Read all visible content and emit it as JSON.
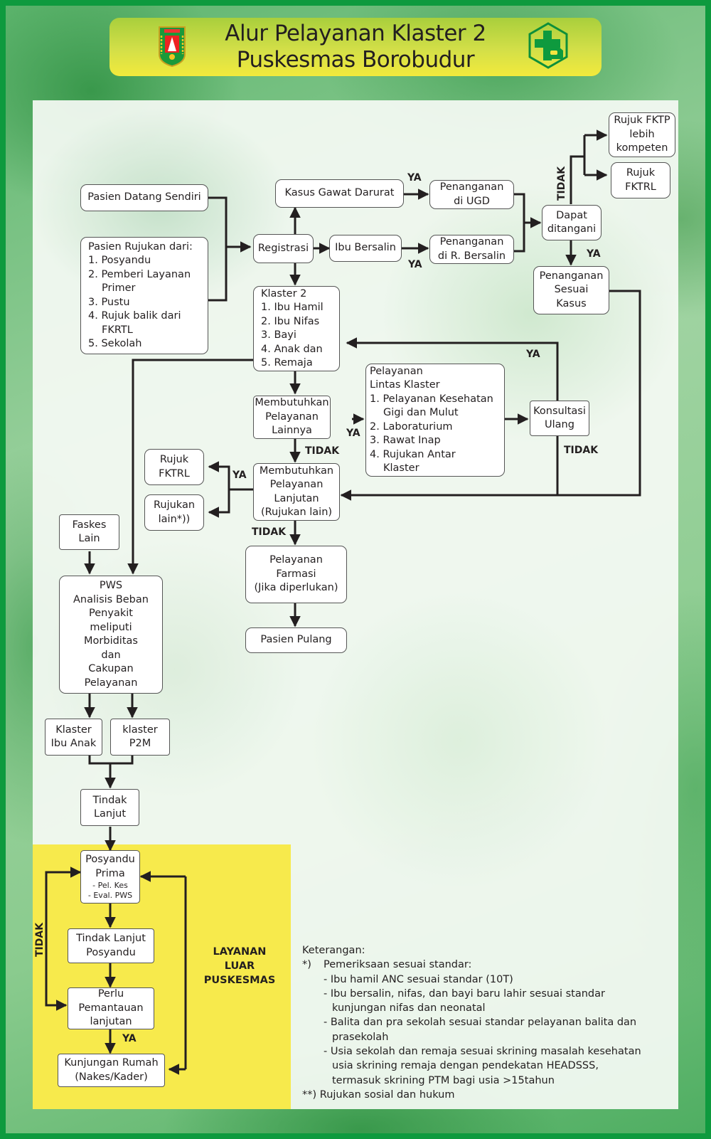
{
  "header": {
    "title_line1": "Alur Pelayanan Klaster 2",
    "title_line2": "Puskesmas Borobudur",
    "logo_left": "regency-crest-icon",
    "logo_right": "puskesmas-logo-icon"
  },
  "colors": {
    "border_green": "#0e9a3e",
    "header_gradient_top": "#a9cf3c",
    "header_gradient_bottom": "#f2ea3c",
    "outreach_yellow": "#f7ea4c",
    "line_color": "#231f20"
  },
  "nodes": {
    "pasien_datang": [
      "Pasien Datang Sendiri"
    ],
    "pasien_rujukan": {
      "title": "Pasien Rujukan dari:",
      "items": [
        "1. Posyandu",
        "2. Pemberi Layanan",
        "Primer",
        "3. Pustu",
        "4. Rujuk balik dari",
        "FKRTL",
        "5. Sekolah"
      ]
    },
    "registrasi": [
      "Registrasi"
    ],
    "kasus_gawat": [
      "Kasus Gawat Darurat"
    ],
    "ibu_bersalin": [
      "Ibu Bersalin"
    ],
    "penanganan_ugd": [
      "Penanganan",
      "di UGD"
    ],
    "penanganan_rbersalin": [
      "Penanganan",
      "di R. Bersalin"
    ],
    "dapat_ditangani": [
      "Dapat",
      "ditangani"
    ],
    "rujuk_fktp": [
      "Rujuk FKTP",
      "lebih",
      "kompeten"
    ],
    "rujuk_fktrl_top": [
      "Rujuk",
      "FKTRL"
    ],
    "penanganan_sesuai": [
      "Penanganan",
      "Sesuai",
      "Kasus"
    ],
    "klaster2": {
      "title": "Klaster 2",
      "items": [
        "1. Ibu Hamil",
        "2. Ibu Nifas",
        "3. Bayi",
        "4. Anak dan",
        "5. Remaja"
      ]
    },
    "membutuhkan_lainnya": [
      "Membutuhkan",
      "Pelayanan",
      "Lainnya"
    ],
    "lintas_klaster": {
      "title1": "Pelayanan",
      "title2": "Lintas Klaster",
      "items": [
        "1. Pelayanan Kesehatan",
        "Gigi dan Mulut",
        "2. Laboraturium",
        "3. Rawat Inap",
        "4. Rujukan Antar",
        "Klaster"
      ]
    },
    "konsultasi_ulang": [
      "Konsultasi",
      "Ulang"
    ],
    "membutuhkan_lanjutan": [
      "Membutuhkan",
      "Pelayanan",
      "Lanjutan",
      "(Rujukan lain)"
    ],
    "rujuk_fktrl_mid": [
      "Rujuk",
      "FKTRL"
    ],
    "rujukan_lain": [
      "Rujukan",
      "lain*))"
    ],
    "pelayanan_farmasi": [
      "Pelayanan",
      "Farmasi",
      "(Jika diperlukan)"
    ],
    "pasien_pulang": [
      "Pasien Pulang"
    ],
    "faskes_lain": [
      "Faskes",
      "Lain"
    ],
    "pws": [
      "PWS",
      "Analisis Beban",
      "Penyakit",
      "meliputi",
      "Morbiditas",
      "dan",
      "Cakupan",
      "Pelayanan"
    ],
    "klaster_ibu_anak": [
      "Klaster",
      "Ibu Anak"
    ],
    "klaster_p2m": [
      "klaster",
      "P2M"
    ],
    "tindak_lanjut": [
      "Tindak",
      "Lanjut"
    ],
    "posyandu_prima": {
      "lines": [
        "Posyandu",
        "Prima"
      ],
      "sub": [
        "- Pel. Kes",
        "- Eval. PWS"
      ]
    },
    "tindak_lanjut_posyandu": [
      "Tindak Lanjut",
      "Posyandu"
    ],
    "perlu_pemantauan": [
      "Perlu",
      "Pemantauan",
      "lanjutan"
    ],
    "kunjungan_rumah": [
      "Kunjungan Rumah",
      "(Nakes/Kader)"
    ]
  },
  "edge_labels": {
    "ya": "YA",
    "tidak": "TIDAK"
  },
  "outreach_label": [
    "LAYANAN",
    "LUAR",
    "PUSKESMAS"
  ],
  "notes": {
    "heading": "Keterangan:",
    "star1_marker": "*)",
    "star1_title": "Pemeriksaan sesuai standar:",
    "star1_items": [
      [
        "- Ibu hamil ANC sesuai standar (10T)"
      ],
      [
        "- Ibu bersalin, nifas, dan bayi baru lahir sesuai standar",
        "kunjungan nifas dan neonatal"
      ],
      [
        "- Balita dan pra sekolah sesuai standar pelayanan balita dan",
        "prasekolah"
      ],
      [
        "- Usia sekolah dan remaja sesuai skrining masalah kesehatan",
        "usia skrining remaja dengan pendekatan HEADSSS,",
        "termasuk skrining PTM bagi usia >15tahun"
      ]
    ],
    "star2": "**) Rujukan sosial dan hukum"
  }
}
